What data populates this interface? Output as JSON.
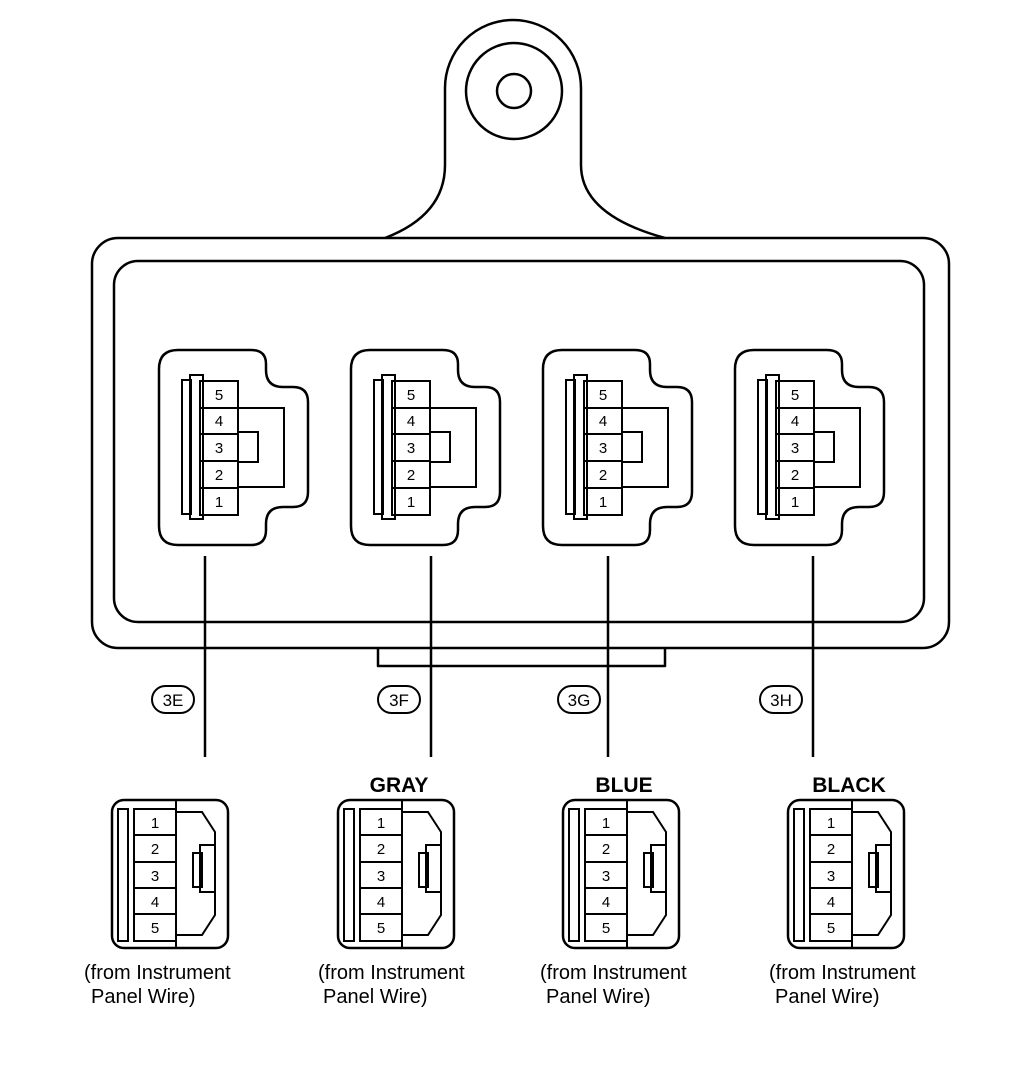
{
  "junction_block": {
    "connectors": [
      {
        "id": "3E",
        "pins": [
          "5",
          "4",
          "3",
          "2",
          "1"
        ]
      },
      {
        "id": "3F",
        "pins": [
          "5",
          "4",
          "3",
          "2",
          "1"
        ]
      },
      {
        "id": "3G",
        "pins": [
          "5",
          "4",
          "3",
          "2",
          "1"
        ]
      },
      {
        "id": "3H",
        "pins": [
          "5",
          "4",
          "3",
          "2",
          "1"
        ]
      }
    ]
  },
  "plugs": [
    {
      "color_label": "",
      "pins": [
        "1",
        "2",
        "3",
        "4",
        "5"
      ],
      "caption_line1": "(from Instrument",
      "caption_line2": "Panel Wire)"
    },
    {
      "color_label": "GRAY",
      "pins": [
        "1",
        "2",
        "3",
        "4",
        "5"
      ],
      "caption_line1": "(from Instrument",
      "caption_line2": "Panel Wire)"
    },
    {
      "color_label": "BLUE",
      "pins": [
        "1",
        "2",
        "3",
        "4",
        "5"
      ],
      "caption_line1": "(from Instrument",
      "caption_line2": "Panel Wire)"
    },
    {
      "color_label": "BLACK",
      "pins": [
        "1",
        "2",
        "3",
        "4",
        "5"
      ],
      "caption_line1": "(from Instrument",
      "caption_line2": "Panel Wire)"
    }
  ],
  "colors": {
    "line": "#000000",
    "background": "#ffffff"
  }
}
